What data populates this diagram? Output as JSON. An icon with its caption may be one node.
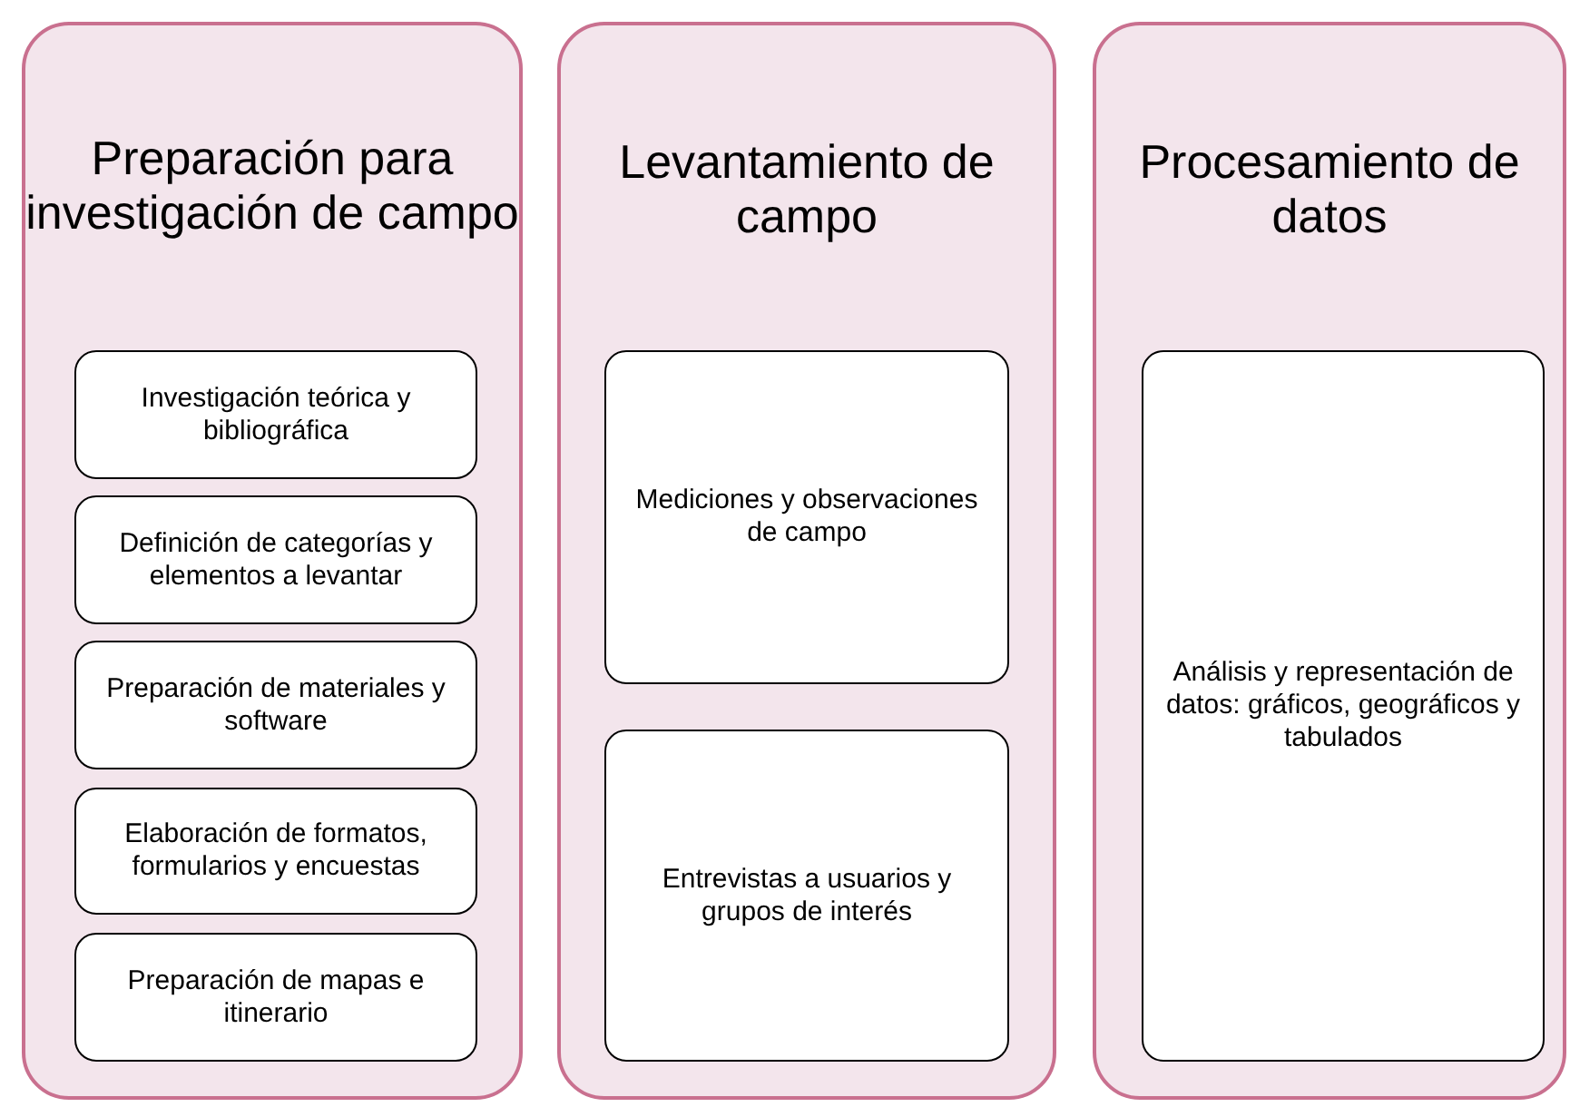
{
  "diagram": {
    "nodes": [
      {
        "text": [
          "Preparación para investigación de campo"
        ]
      },
      {
        "text": [
          "Investigación teórica y bibliográfica"
        ],
        "in": 0
      },
      {
        "text": [
          "Definición de categorías y elementos a levantar"
        ],
        "in": 0
      },
      {
        "text": [
          "Preparación de materiales y software"
        ],
        "in": 0
      },
      {
        "text": [
          "Elaboración de formatos, formularios y encuestas"
        ],
        "in": 0
      },
      {
        "text": [
          "Preparación de mapas e itinerario"
        ],
        "in": 0
      },
      {
        "text": [
          "Levantamiento de campo"
        ]
      },
      {
        "text": [
          "Mediciones y observaciones de campo"
        ],
        "in": 6
      },
      {
        "text": [
          "Entrevistas a usuarios y grupos de interés"
        ],
        "in": 6
      },
      {
        "text": [
          "Procesamiento de datos"
        ]
      },
      {
        "text": [
          "Análisis y representación de datos: gráficos, geográficos y tabulados"
        ],
        "in": 9
      }
    ]
  }
}
